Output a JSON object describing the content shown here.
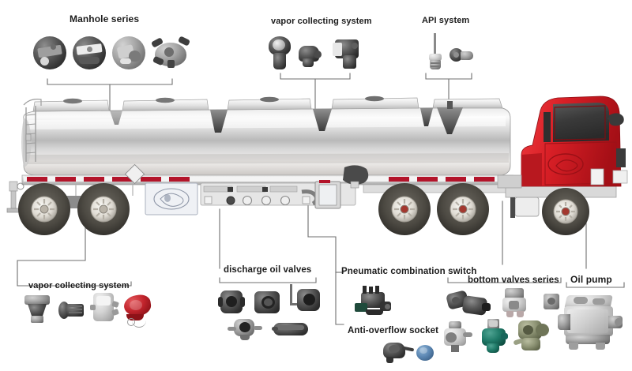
{
  "diagram": {
    "title": "Fuel tanker truck component diagram",
    "subject": "semi-trailer oil tanker with labeled fittings"
  },
  "callouts": [
    {
      "id": "manhole-series",
      "label": "Manhole series",
      "position": "top-left",
      "part_count": 4,
      "parts": [
        {
          "name": "manhole-cover-round-a",
          "color": "#3f3f3f",
          "shape": "circle"
        },
        {
          "name": "manhole-cover-round-b",
          "color": "#4a4a4a",
          "shape": "circle"
        },
        {
          "name": "manhole-cover-round-c",
          "color": "#8a8a8a",
          "shape": "circle"
        },
        {
          "name": "manhole-cover-assembly",
          "color": "#6a6a6a",
          "shape": "irregular"
        }
      ]
    },
    {
      "id": "vapor-collecting-system-top",
      "label": "vapor collecting system",
      "position": "top-center",
      "part_count": 3,
      "parts": [
        {
          "name": "vapor-valve-domed",
          "color": "#2e2e2e",
          "shape": "domed-body"
        },
        {
          "name": "vapor-valve-elbow",
          "color": "#2a2a2a",
          "shape": "elbow"
        },
        {
          "name": "vapor-valve-block",
          "color": "#343434",
          "shape": "angled-block"
        }
      ]
    },
    {
      "id": "api-system",
      "label": "API system",
      "position": "top-right",
      "part_count": 2,
      "parts": [
        {
          "name": "api-rod-valve",
          "color": "#9a9a9a",
          "shape": "rod-and-body"
        },
        {
          "name": "api-adapter-cap",
          "color": "#6e6e6e",
          "shape": "round-adapter"
        }
      ]
    },
    {
      "id": "vapor-collecting-system-bottom",
      "label": "vapor collecting system",
      "position": "bottom-left",
      "part_count": 4,
      "parts": [
        {
          "name": "vapor-adapter-cone",
          "color": "#585858",
          "shape": "cone"
        },
        {
          "name": "vapor-threaded-nipple",
          "color": "#3b3b3b",
          "shape": "threaded"
        },
        {
          "name": "vapor-coupler-body",
          "color": "#c9c9c9",
          "shape": "coupler"
        },
        {
          "name": "vapor-dust-cap-red",
          "color": "#b01f26",
          "shape": "capped-chain"
        }
      ]
    },
    {
      "id": "discharge-oil-valves",
      "label": "discharge oil valves",
      "position": "bottom-center-left",
      "part_count": 5,
      "parts": [
        {
          "name": "discharge-valve-barrel",
          "color": "#3d3d3d",
          "shape": "barrel"
        },
        {
          "name": "discharge-valve-flanged",
          "color": "#454545",
          "shape": "flanged"
        },
        {
          "name": "discharge-valve-lever",
          "color": "#3a3a3a",
          "shape": "lever-handle"
        },
        {
          "name": "discharge-valve-winged",
          "color": "#777777",
          "shape": "winged"
        },
        {
          "name": "discharge-valve-flat-cap",
          "color": "#4f4f4f",
          "shape": "flat-oval"
        }
      ]
    },
    {
      "id": "pneumatic-combination-switch",
      "label": "Pneumatic combination switch",
      "position": "bottom-center",
      "part_count": 1,
      "parts": [
        {
          "name": "pneumatic-switch-manifold",
          "color": "#2b2b2b",
          "shape": "manifold"
        }
      ]
    },
    {
      "id": "anti-overflow-socket",
      "label": "Anti-overflow socket",
      "position": "bottom-center",
      "part_count": 2,
      "parts": [
        {
          "name": "anti-overflow-socket-body",
          "color": "#4a4a4a",
          "shape": "socket"
        },
        {
          "name": "anti-overflow-cap-blue",
          "color": "#54789f",
          "shape": "round-cap"
        }
      ]
    },
    {
      "id": "bottom-valves-series",
      "label": "bottom valves series",
      "position": "bottom-right",
      "part_count": 6,
      "parts": [
        {
          "name": "bottom-valve-dark-pair",
          "color": "#2f2f2f",
          "shape": "twin-body"
        },
        {
          "name": "bottom-valve-grey-block",
          "color": "#9c9c9c",
          "shape": "block"
        },
        {
          "name": "bottom-valve-angle",
          "color": "#8e8e8e",
          "shape": "angle-body"
        },
        {
          "name": "bottom-valve-teal",
          "color": "#1f7a68",
          "shape": "teal-body"
        },
        {
          "name": "bottom-valve-olive-cluster",
          "color": "#8d9374",
          "shape": "cluster"
        },
        {
          "name": "bottom-valve-small",
          "color": "#7d7d7d",
          "shape": "small-body"
        }
      ]
    },
    {
      "id": "oil-pump",
      "label": "Oil pump",
      "position": "bottom-far-right",
      "part_count": 1,
      "parts": [
        {
          "name": "oil-pump-housing",
          "color": "#c4c4c4",
          "shape": "pump-housing"
        }
      ]
    }
  ],
  "vehicle": {
    "name": "fuel-tanker-truck",
    "cab": {
      "name": "tractor-cab",
      "color": "#d81f26",
      "window_color": "#3a3a3a",
      "details": [
        "side-mirror",
        "door-logo",
        "front-bumper",
        "step"
      ]
    },
    "tank": {
      "name": "tanker-trailer-tank",
      "color": "#cfcfcf",
      "compartments": 4,
      "details": [
        "manhole-platforms",
        "walkway-rail",
        "rear-ladder"
      ]
    },
    "chassis": {
      "name": "trailer-chassis",
      "reflective_tape_colors": [
        "#b3142a",
        "#ffffff"
      ],
      "axles": 4,
      "wheels": 5,
      "details": [
        "landing-gear",
        "underside-piping",
        "valve-outlets",
        "placard-diamond",
        "logo-panel"
      ]
    }
  },
  "colors": {
    "cab_red": "#d81f26",
    "tank_silver": "#cfcfcf",
    "line_grey": "#6f6f6f",
    "text_dark": "#1c1c1c",
    "tape_red": "#b3142a",
    "accent_teal": "#1f7a68"
  }
}
